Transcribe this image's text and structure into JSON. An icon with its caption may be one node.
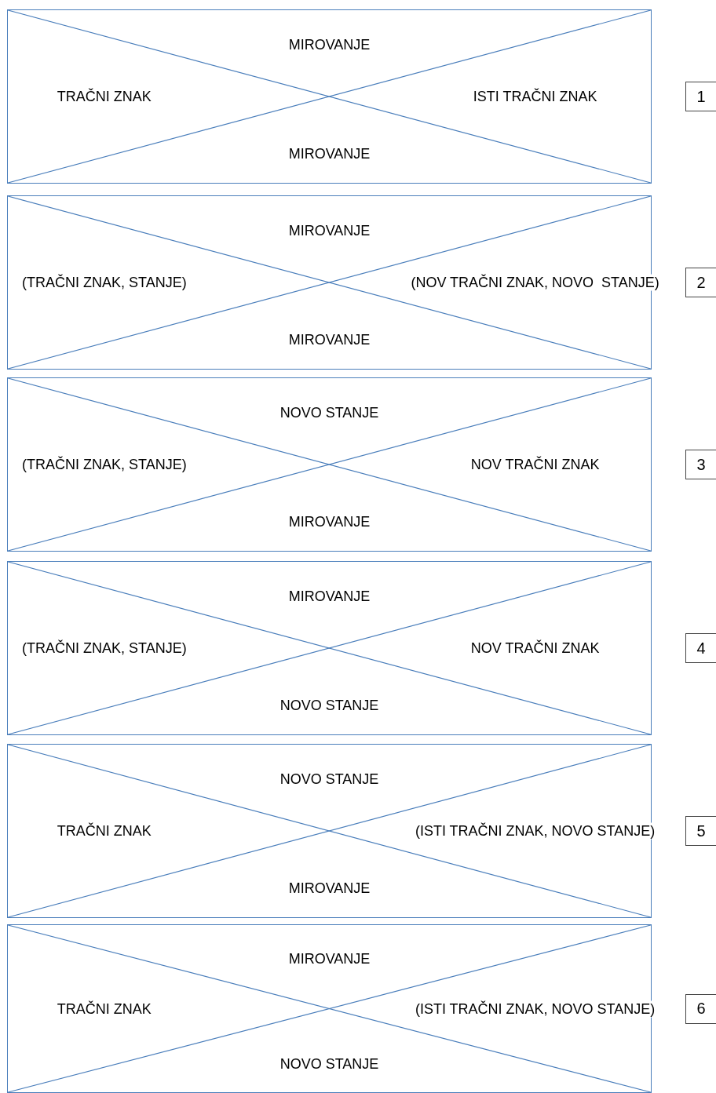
{
  "diagram": {
    "nodes": [
      {
        "text": [
          "MIROVANJE",
          "TRAČNI ZNAK",
          "ISTI TRAČNI ZNAK",
          "MIROVANJE"
        ]
      },
      {
        "text": [
          "1"
        ]
      },
      {
        "text": [
          "MIROVANJE",
          "(TRAČNI ZNAK, STANJE)",
          "(NOV TRAČNI ZNAK, NOVO  STANJE)",
          "MIROVANJE"
        ]
      },
      {
        "text": [
          "2"
        ]
      },
      {
        "text": [
          "NOVO STANJE",
          "(TRAČNI ZNAK, STANJE)",
          "NOV TRAČNI ZNAK",
          "MIROVANJE"
        ]
      },
      {
        "text": [
          "3"
        ]
      },
      {
        "text": [
          "MIROVANJE",
          "(TRAČNI ZNAK, STANJE)",
          "NOV TRAČNI ZNAK",
          "NOVO STANJE"
        ]
      },
      {
        "text": [
          "4"
        ]
      },
      {
        "text": [
          "NOVO STANJE",
          "TRAČNI ZNAK",
          "(ISTI TRAČNI ZNAK, NOVO STANJE)",
          "MIROVANJE"
        ]
      },
      {
        "text": [
          "5"
        ]
      },
      {
        "text": [
          "MIROVANJE",
          "TRAČNI ZNAK",
          "(ISTI TRAČNI ZNAK, NOVO STANJE)",
          "NOVO STANJE"
        ]
      },
      {
        "text": [
          "6"
        ]
      }
    ],
    "edges": []
  }
}
